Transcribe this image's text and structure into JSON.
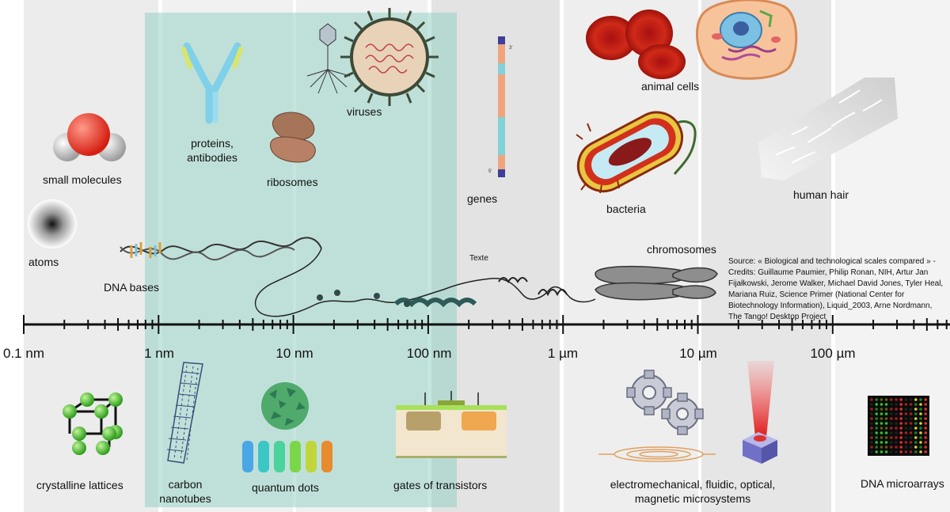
{
  "scale_ticks": [
    "0.1 nm",
    "1 nm",
    "10 nm",
    "100 nm",
    "1 µm",
    "10 µm",
    "100 µm"
  ],
  "upper_labels": {
    "atoms": "atoms",
    "small_molecules": "small molecules",
    "dna_bases": "DNA bases",
    "proteins": "proteins,\nantibodies",
    "ribosomes": "ribosomes",
    "viruses": "viruses",
    "genes": "genes",
    "animal_cells": "animal cells",
    "bacteria": "bacteria",
    "human_hair": "human hair",
    "chromosomes": "chromosomes",
    "texte": "Texte"
  },
  "lower_labels": {
    "crystalline_lattices": "crystalline lattices",
    "carbon_nanotubes": "carbon\nnanotubes",
    "quantum_dots": "quantum dots",
    "gates_of_transistors": "gates of transistors",
    "microsystems": "electromechanical, fluidic, optical,\nmagnetic microsystems",
    "dna_microarrays": "DNA microarrays"
  },
  "source_note": "Source: « Biological and technological scales compared » - Credits: Guillaume Paumier, Philip Ronan, NIH, Artur Jan Fijałkowski, Jerome Walker, Michael David Jones, Tyler Heal, Mariana Ruiz, Science Primer (National Center for Biotechnology Information), Liquid_2003, Arne Nordmann, The Tango! Desktop Project",
  "colors": {
    "band_grey": "#ececec",
    "band_light": "#f3f3f3",
    "nano_highlight": "#bfe3dc",
    "axis": "#111111"
  },
  "icons": [
    "atom-icon",
    "water-molecule-icon",
    "antibody-icon",
    "ribosome-icon",
    "bacteriophage-icon",
    "virus-icon",
    "gene-strip-icon",
    "red-blood-cell-icon",
    "animal-cell-icon",
    "bacterium-icon",
    "hair-icon",
    "dna-helix-icon",
    "chromosome-icon",
    "crystal-lattice-icon",
    "nanotube-icon",
    "quantum-dot-icon",
    "transistor-icon",
    "gear-icon",
    "laser-icon",
    "microarray-icon"
  ]
}
